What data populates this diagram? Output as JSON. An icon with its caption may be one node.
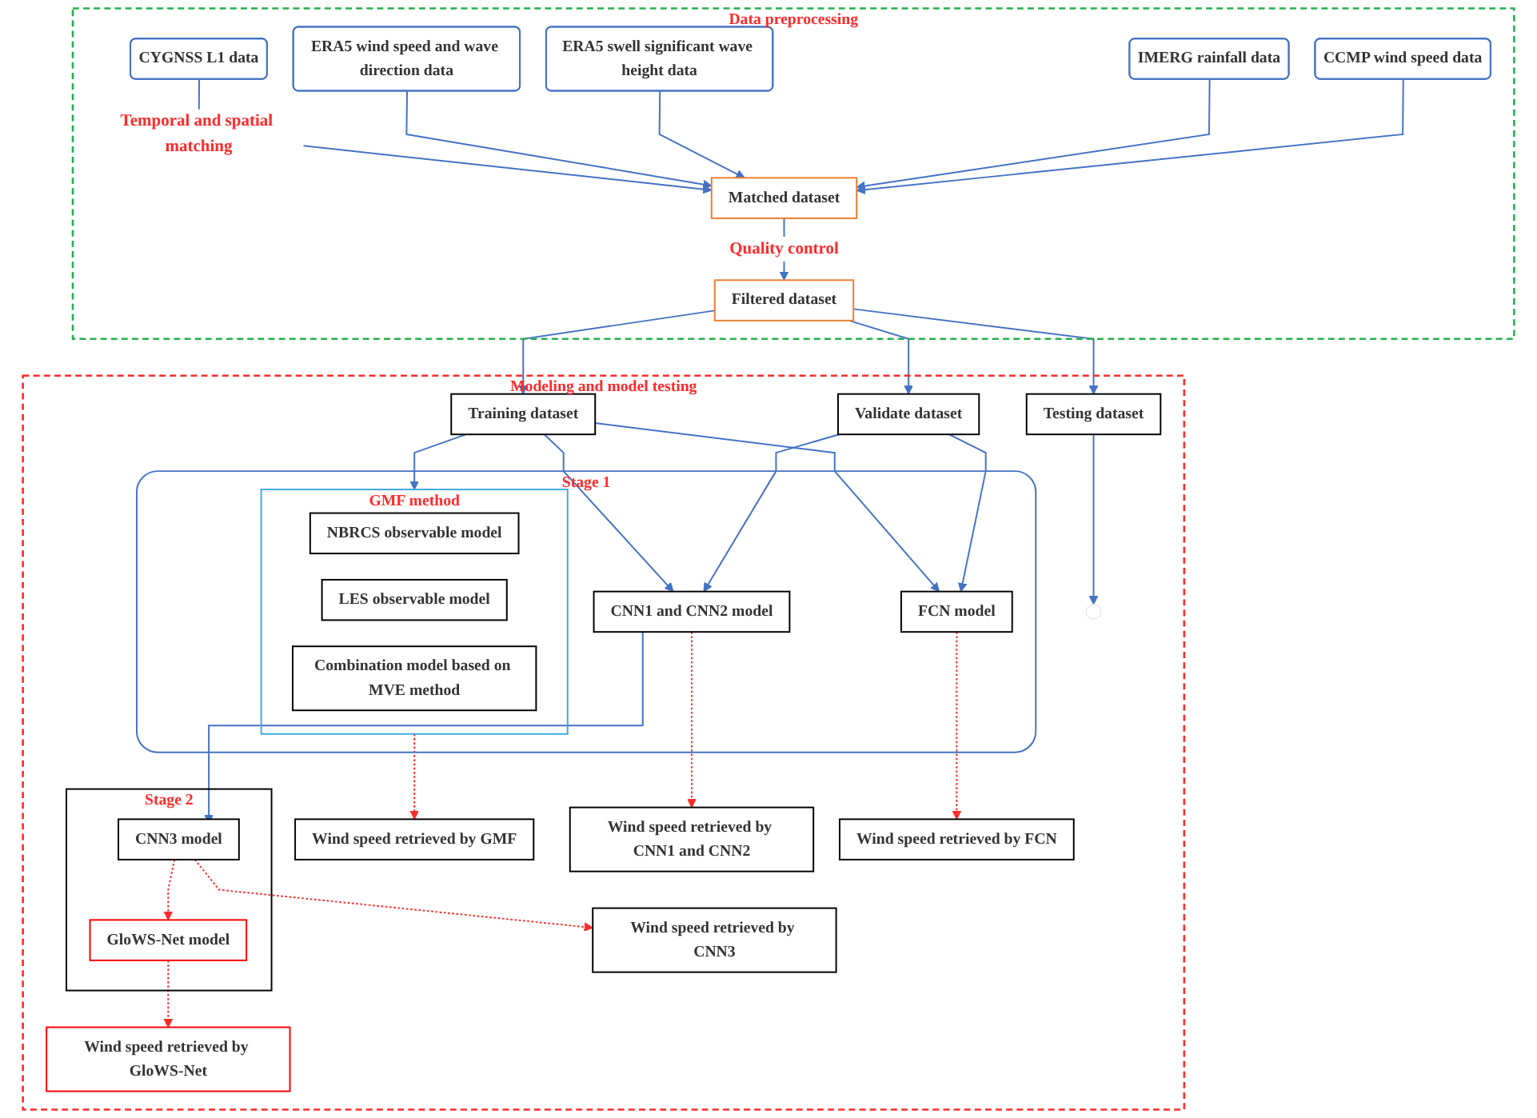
{
  "diagram": {
    "nodes": [
      {
        "text": [
          "Data preprocessing"
        ]
      },
      {
        "text": [
          "CYGNSS L1 data"
        ],
        "in": 0
      },
      {
        "text": [
          "ERA5 wind speed and wave direction data"
        ],
        "in": 0
      },
      {
        "text": [
          "ERA5 swell significant wave height data"
        ],
        "in": 0
      },
      {
        "text": [
          "IMERG rainfall data"
        ],
        "in": 0
      },
      {
        "text": [
          "CCMP wind speed data"
        ],
        "in": 0
      },
      {
        "text": [
          "Matched dataset"
        ],
        "in": 0
      },
      {
        "text": [
          "Filtered dataset"
        ],
        "in": 0
      },
      {
        "text": [
          "Modeling and model testing"
        ]
      },
      {
        "text": [
          "Training dataset"
        ],
        "in": 8
      },
      {
        "text": [
          "Validate dataset"
        ],
        "in": 8
      },
      {
        "text": [
          "Testing dataset"
        ],
        "in": 8
      },
      {
        "text": [
          "Stage 1"
        ],
        "in": 8
      },
      {
        "text": [
          "GMF method"
        ],
        "in": 12
      },
      {
        "text": [
          "NBRCS observable model"
        ],
        "in": 13
      },
      {
        "text": [
          "LES observable model"
        ],
        "in": 13
      },
      {
        "text": [
          "Combination model based on MVE method"
        ],
        "in": 13
      },
      {
        "text": [
          "CNN1 and CNN2 model"
        ],
        "in": 12
      },
      {
        "text": [
          "FCN model"
        ],
        "in": 12
      },
      {
        "text": [
          "Stage 2"
        ],
        "in": 8
      },
      {
        "text": [
          "CNN3 model"
        ],
        "in": 19
      },
      {
        "text": [
          "GloWS-Net model"
        ],
        "in": 19
      },
      {
        "text": [
          "Wind speed retrieved by GMF"
        ],
        "in": 8
      },
      {
        "text": [
          "Wind speed retrieved by CNN1 and CNN2"
        ],
        "in": 8
      },
      {
        "text": [
          "Wind speed retrieved by FCN"
        ],
        "in": 8
      },
      {
        "text": [
          "Wind speed retrieved by CNN3"
        ],
        "in": 8
      },
      {
        "text": [
          "Wind speed retrieved by GloWS-Net"
        ],
        "in": 8
      }
    ],
    "edges": [
      {
        "from": 1,
        "to": 6,
        "arrow": "to",
        "label": "Temporal and spatial matching"
      },
      {
        "from": 2,
        "to": 6,
        "arrow": "to"
      },
      {
        "from": 3,
        "to": 6,
        "arrow": "to"
      },
      {
        "from": 4,
        "to": 6,
        "arrow": "to"
      },
      {
        "from": 5,
        "to": 6,
        "arrow": "to"
      },
      {
        "from": 6,
        "to": 7,
        "arrow": "to",
        "label": "Quality control"
      },
      {
        "from": 7,
        "to": 9,
        "arrow": "to"
      },
      {
        "from": 7,
        "to": 10,
        "arrow": "to"
      },
      {
        "from": 7,
        "to": 11,
        "arrow": "to"
      },
      {
        "from": 9,
        "to": 13,
        "arrow": "to"
      },
      {
        "from": 9,
        "to": 17,
        "arrow": "to"
      },
      {
        "from": 9,
        "to": 18,
        "arrow": "to"
      },
      {
        "from": 10,
        "to": 17,
        "arrow": "to"
      },
      {
        "from": 10,
        "to": 18,
        "arrow": "to"
      },
      {
        "from": 11,
        "to": null,
        "arrow": "to"
      },
      {
        "from": 13,
        "to": 22,
        "arrow": "to",
        "style": "dashed",
        "color": "#ff2a2a"
      },
      {
        "from": 17,
        "to": 23,
        "arrow": "to",
        "style": "dashed",
        "color": "#ff2a2a"
      },
      {
        "from": 18,
        "to": 24,
        "arrow": "to",
        "style": "dashed",
        "color": "#ff2a2a"
      },
      {
        "from": 17,
        "to": 20,
        "arrow": "to"
      },
      {
        "from": 20,
        "to": 21,
        "arrow": "to",
        "style": "dashed",
        "color": "#ff2a2a"
      },
      {
        "from": 20,
        "to": 25,
        "arrow": "to",
        "style": "dashed",
        "color": "#ff2a2a"
      },
      {
        "from": 21,
        "to": 26,
        "arrow": "to",
        "style": "dashed",
        "color": "#ff2a2a"
      }
    ]
  }
}
